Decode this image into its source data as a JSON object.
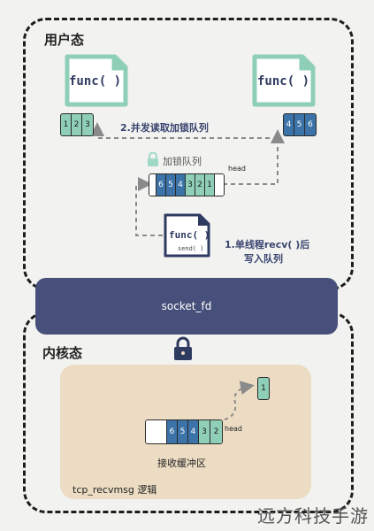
{
  "user_space": {
    "title": "用户态",
    "left_func": "func( )",
    "right_func": "func( )",
    "left_queue": [
      "1",
      "2",
      "3"
    ],
    "right_queue": [
      "4",
      "5",
      "6"
    ],
    "read_note": "2.并发读取加锁队列",
    "lock_queue_label": "加锁队列",
    "lock_queue": [
      "",
      "6",
      "5",
      "4",
      "3",
      "2",
      "1",
      ""
    ],
    "head_label": "head",
    "center_func": "func( )",
    "center_func_sub": "send( )",
    "write_note_line1": "1.单线程recv( )后",
    "write_note_line2": "写入队列"
  },
  "socket": {
    "label": "socket_fd"
  },
  "kernel_space": {
    "title": "内核态",
    "recv_buffer": [
      "",
      "6",
      "5",
      "4",
      "3",
      "2"
    ],
    "head_label": "head",
    "popped_item": "1",
    "buffer_label": "接收缓冲区",
    "logic_label": "tcp_recvmsg 逻辑"
  },
  "watermark": "远方科技手游",
  "colors": {
    "green": "#8fcfb8",
    "blue": "#3c73a8",
    "light_blue": "#6e9cc9",
    "socket": "#47507a",
    "kernel_bg": "#ecdcc3",
    "icon": "#2f3a60"
  }
}
